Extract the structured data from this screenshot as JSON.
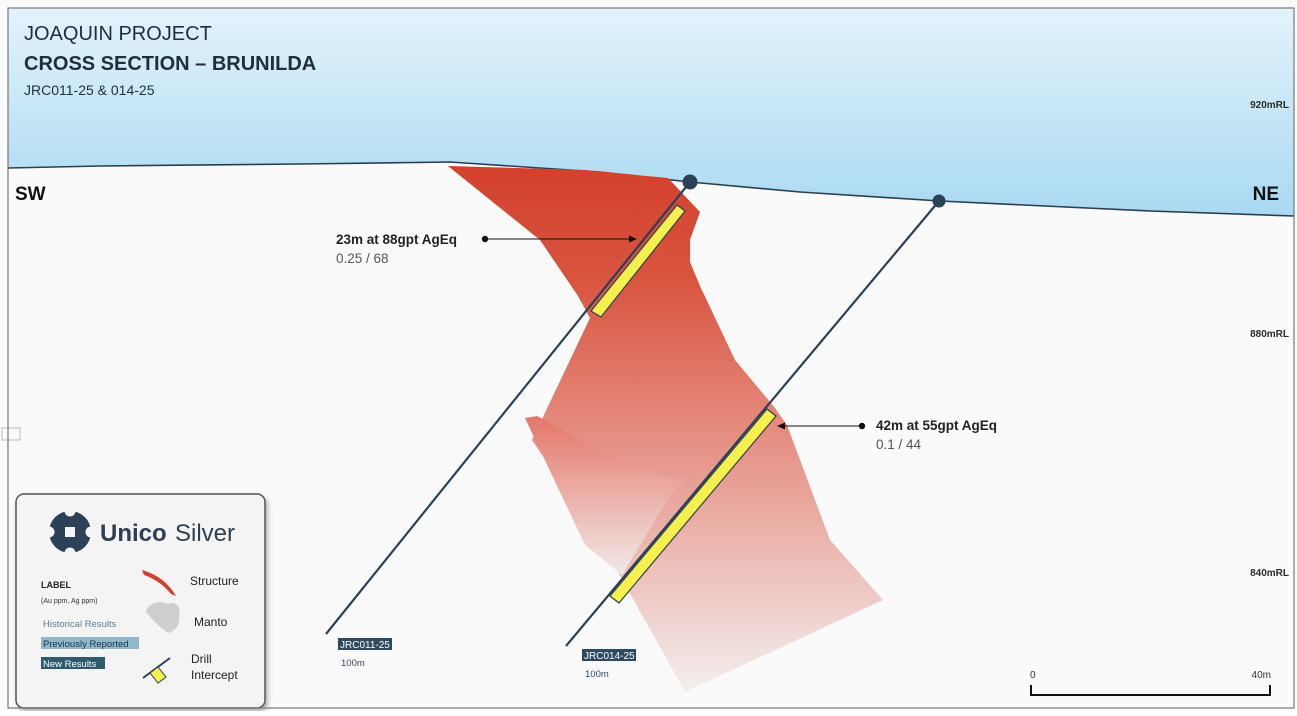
{
  "header": {
    "project": "JOAQUIN PROJECT",
    "section": "CROSS SECTION – BRUNILDA",
    "holes": "JRC011-25 & 014-25"
  },
  "levels": [
    "920mRL",
    "880mRL",
    "840mRL"
  ],
  "directions": {
    "left": "SW",
    "right": "NE"
  },
  "intercepts": [
    {
      "headline": "23m at 88gpt AgEq",
      "grades": "0.25 / 68"
    },
    {
      "headline": "42m at 55gpt AgEq",
      "grades": "0.1 / 44"
    }
  ],
  "drillholes": [
    {
      "id": "JRC011-25",
      "length": "100m"
    },
    {
      "id": "JRC014-25",
      "length": "100m"
    }
  ],
  "scale_bar": {
    "start": "0",
    "end": "40m"
  },
  "legend": {
    "brand_first": "Unico",
    "brand_second": "Silver",
    "label_title": "LABEL",
    "label_units": "(Au ppm, Ag ppm)",
    "historical": "Historical Results",
    "previous": "Previously Reported",
    "new": "New Results",
    "structure": "Structure",
    "manto": "Manto",
    "drill_intercept_line1": "Drill",
    "drill_intercept_line2": "Intercept"
  },
  "colors": {
    "sky": "#b9e1f4",
    "structure": "#d3402c",
    "intercept": "#f5f04c",
    "drill": "#2c4057",
    "tag_previous": "#8fb8c9",
    "tag_new": "#2f5a6b"
  }
}
